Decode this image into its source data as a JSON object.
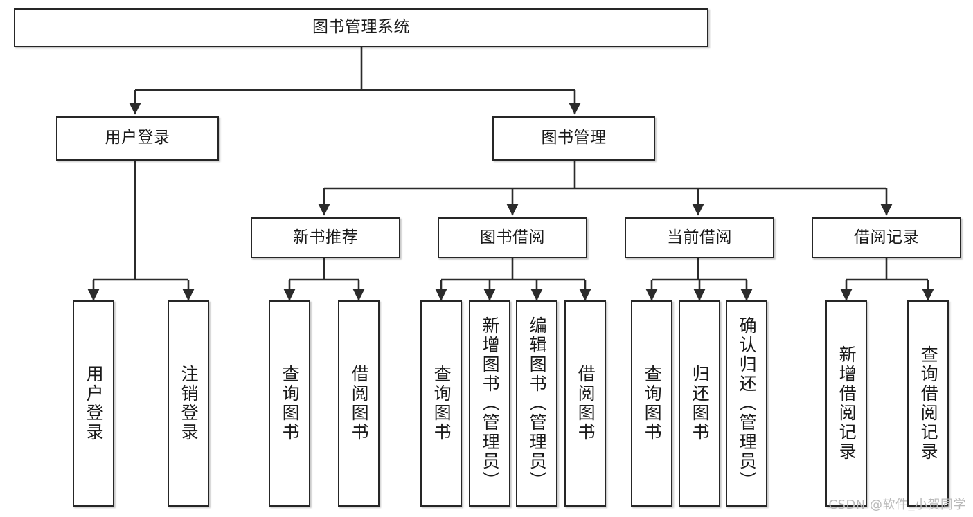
{
  "diagram": {
    "title_node": {
      "label": "图书管理系统"
    },
    "level2": [
      {
        "label": "用户登录"
      },
      {
        "label": "图书管理"
      }
    ],
    "level3": [
      {
        "label": "新书推荐"
      },
      {
        "label": "图书借阅"
      },
      {
        "label": "当前借阅"
      },
      {
        "label": "借阅记录"
      }
    ],
    "leaves": {
      "user_login": [
        {
          "label": "用户登录"
        },
        {
          "label": "注销登录"
        }
      ],
      "new_book": [
        {
          "label": "查询图书"
        },
        {
          "label": "借阅图书"
        }
      ],
      "book_borrow": [
        {
          "label": "查询图书"
        },
        {
          "label": "新增图书（管理员）"
        },
        {
          "label": "编辑图书（管理员）"
        },
        {
          "label": "借阅图书"
        }
      ],
      "current_borrow": [
        {
          "label": "查询图书"
        },
        {
          "label": "归还图书"
        },
        {
          "label": "确认归还（管理员）"
        }
      ],
      "borrow_record": [
        {
          "label": "新增借阅记录"
        },
        {
          "label": "查询借阅记录"
        }
      ]
    }
  },
  "watermark": {
    "text": "CSDN @软件_小贺同学"
  },
  "colors": {
    "border": "#262626",
    "text": "#1a1a1a",
    "background": "#ffffff",
    "watermark": "#b9b9b9"
  }
}
